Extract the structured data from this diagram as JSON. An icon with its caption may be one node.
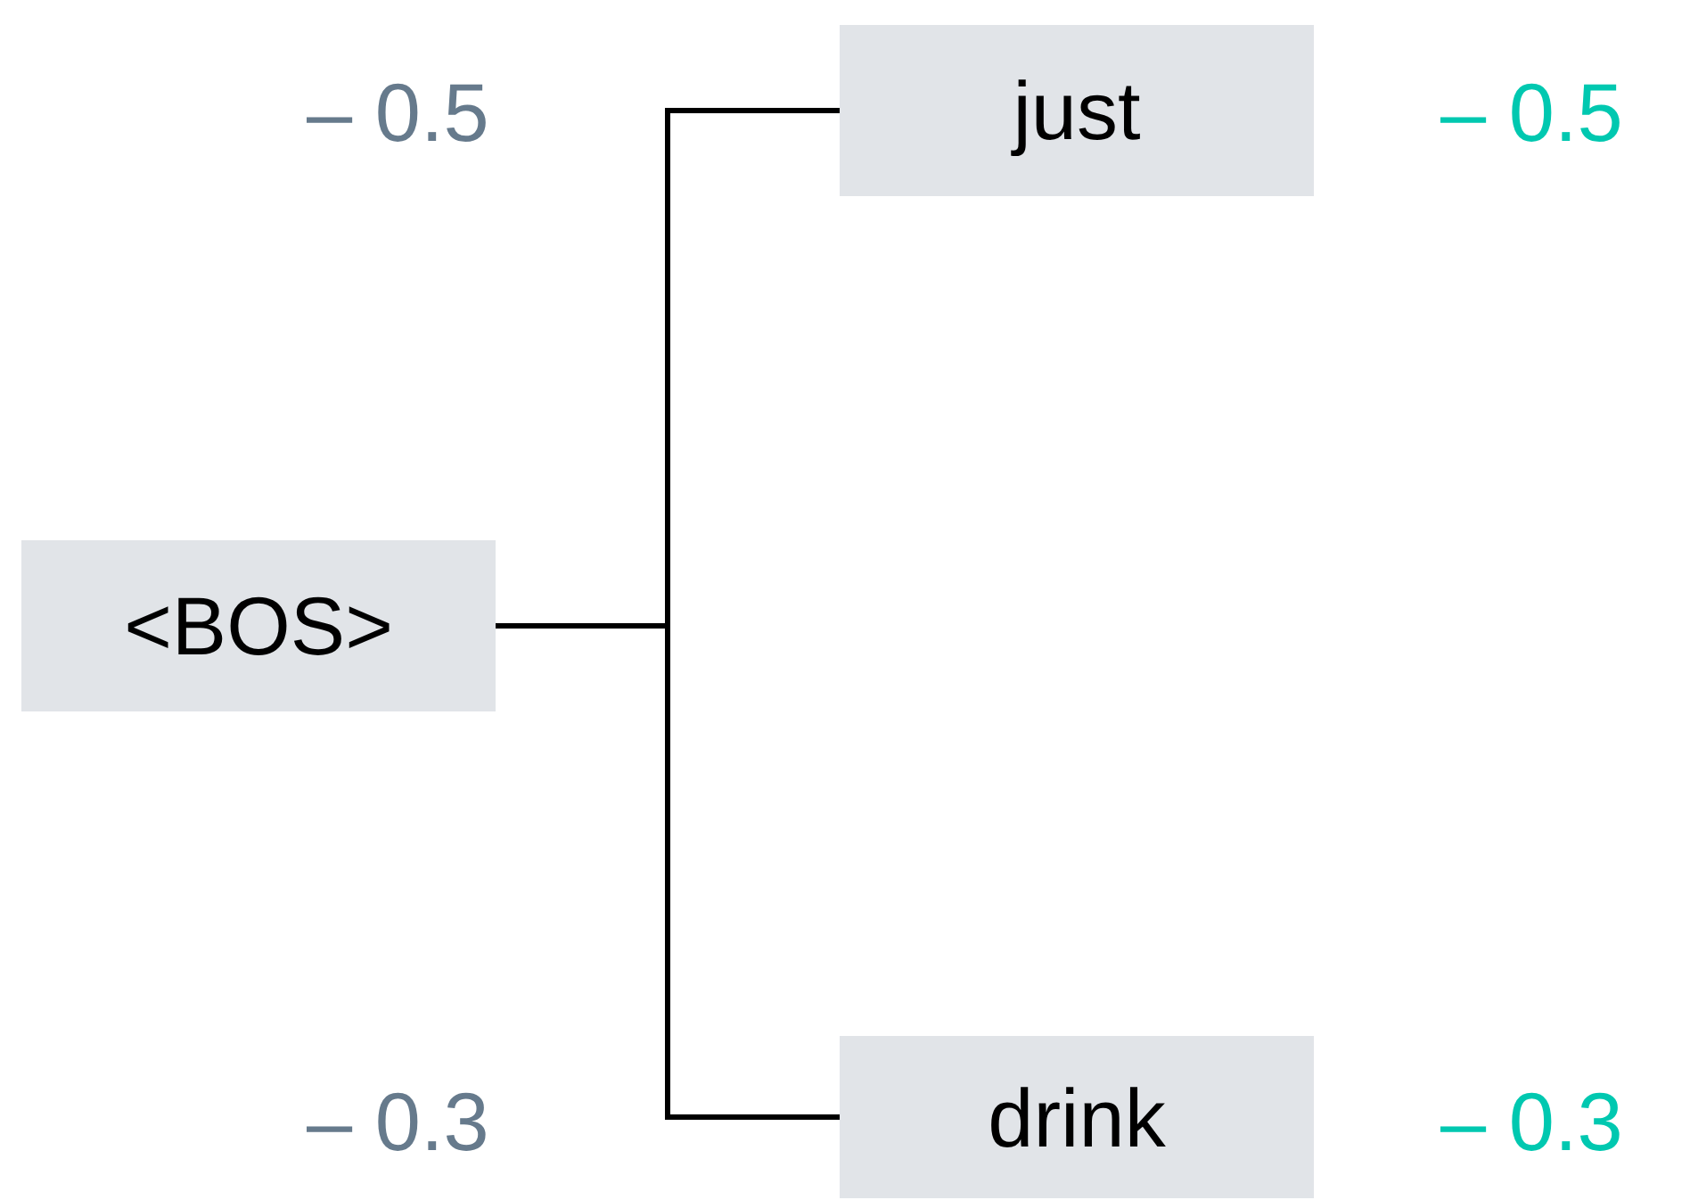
{
  "diagram": {
    "nodes": [
      {
        "text": [
          "<BOS>"
        ]
      },
      {
        "text": [
          "just"
        ]
      },
      {
        "text": [
          "drink"
        ]
      }
    ],
    "edges": [
      {
        "from": 0,
        "to": 1,
        "arrow": "none"
      },
      {
        "from": 0,
        "to": 2,
        "arrow": "none"
      }
    ],
    "labels": [
      "– 0.5",
      "– 0.5",
      "– 0.3",
      "– 0.3"
    ]
  }
}
